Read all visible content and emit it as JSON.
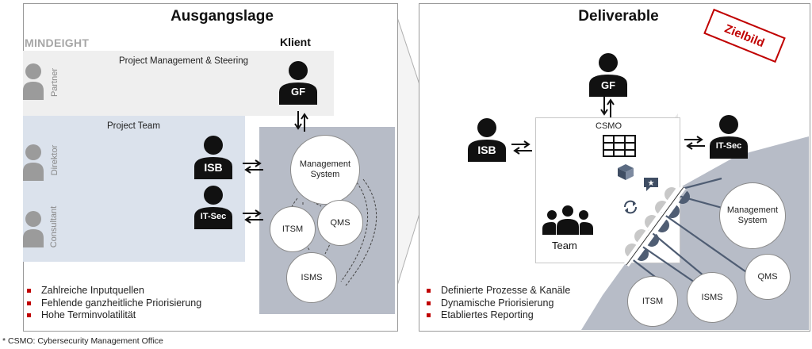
{
  "left": {
    "title": "Ausgangslage",
    "provider_label": "MINDEIGHT",
    "client_label": "Klient",
    "pm_band_label": "Project Management & Steering",
    "team_band_label": "Project Team",
    "roles": [
      "Partner",
      "Direktor",
      "Consultant"
    ],
    "client_people": {
      "gf": "GF",
      "isb": "ISB",
      "itsec": "IT-Sec"
    },
    "circles": {
      "mgmt": "Management System",
      "qms": "QMS",
      "itsm": "ITSM",
      "isms": "ISMS"
    },
    "bullets": [
      "Zahlreiche Inputquellen",
      "Fehlende ganzheitliche Priorisierung",
      "Hohe Terminvolatilität"
    ]
  },
  "right": {
    "title": "Deliverable",
    "stamp": "Zielbild",
    "csmo_label": "CSMO",
    "team_label": "Team",
    "people": {
      "gf": "GF",
      "isb": "ISB",
      "itsec": "IT-Sec"
    },
    "circles": {
      "mgmt": "Management System",
      "qms": "QMS",
      "itsm": "ITSM",
      "isms": "ISMS"
    },
    "bullets": [
      "Definierte Prozesse & Kanäle",
      "Dynamische Priorisierung",
      "Etabliertes Reporting"
    ]
  },
  "footnote": "* CSMO: Cybersecurity Management Office",
  "colors": {
    "accent_red": "#c00000",
    "band_gray": "#efefef",
    "team_blue": "#dbe2ec",
    "client_gray": "#b7bcc7",
    "icon_gray": "#9b9b9b"
  }
}
